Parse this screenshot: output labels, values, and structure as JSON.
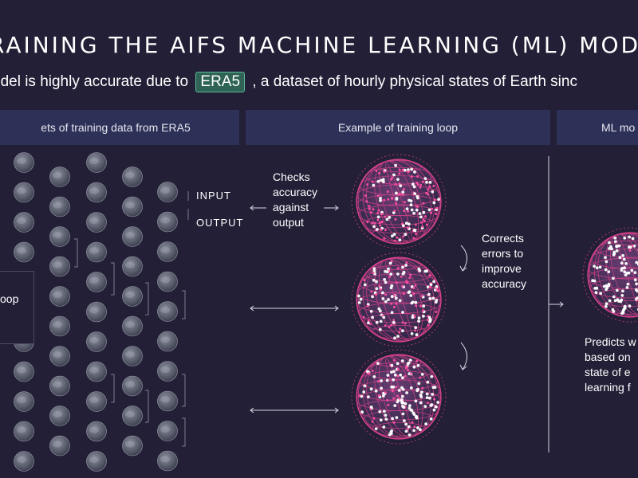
{
  "header": {
    "title": "RAINING THE AIFS MACHINE LEARNING (ML) MODE",
    "subtitle_before": "odel is highly accurate due to",
    "subtitle_highlight": "ERA5",
    "subtitle_after": ", a dataset of hourly physical states of Earth sinc"
  },
  "panels": [
    {
      "label": "ets of training data from ERA5"
    },
    {
      "label": "Example of training loop"
    },
    {
      "label": "ML mo"
    }
  ],
  "labels": {
    "input": "INPUT",
    "output": "OUTPUT",
    "checks": [
      "Checks",
      "accuracy",
      "against",
      "output"
    ],
    "corrects": [
      "Corrects",
      "errors to",
      "improve",
      "accuracy"
    ],
    "loop_fragment": "oop",
    "predicts": [
      "Predicts w",
      "based on",
      "state of e",
      "learning f"
    ]
  },
  "colors": {
    "background": "#221f36",
    "panel": "#2e3157",
    "highlight": "#2f6355",
    "accent_pink": "#e0438f"
  }
}
